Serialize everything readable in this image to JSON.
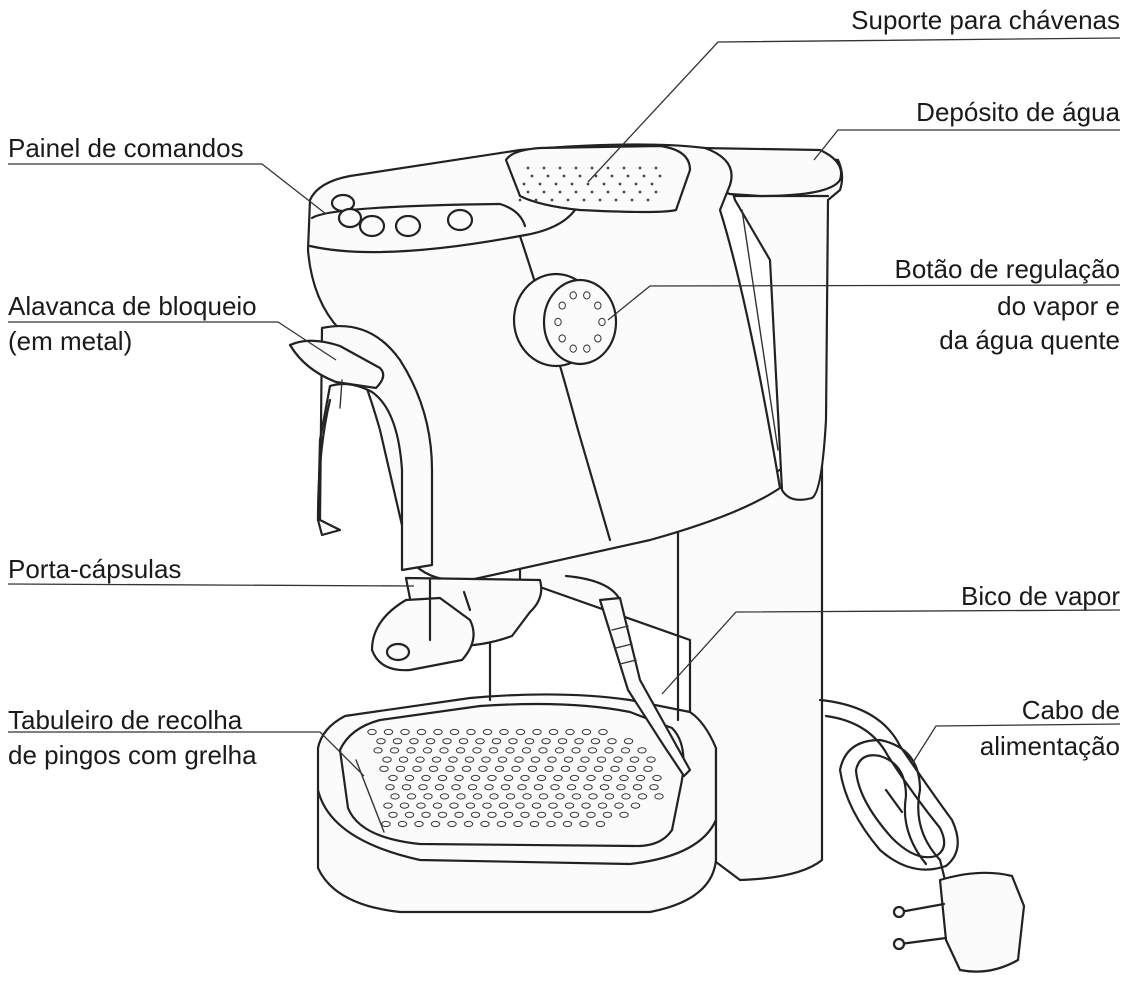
{
  "diagram": {
    "labels": {
      "cup_support": "Suporte para chávenas",
      "water_tank": "Depósito de água",
      "control_panel": "Painel de comandos",
      "steam_knob_l1": "Botão de regulação",
      "steam_knob_l2": "do vapor e",
      "steam_knob_l3": "da água quente",
      "lock_lever_l1": "Alavanca de bloqueio",
      "lock_lever_l2": "(em metal)",
      "capsule_holder": "Porta-cápsulas",
      "steam_nozzle": "Bico de vapor",
      "drip_tray_l1": "Tabuleiro de recolha",
      "drip_tray_l2": "de pingos com grelha",
      "power_cable_l1": "Cabo de",
      "power_cable_l2": "alimentação"
    },
    "colors": {
      "ink": "#222222",
      "background": "#ffffff"
    }
  }
}
